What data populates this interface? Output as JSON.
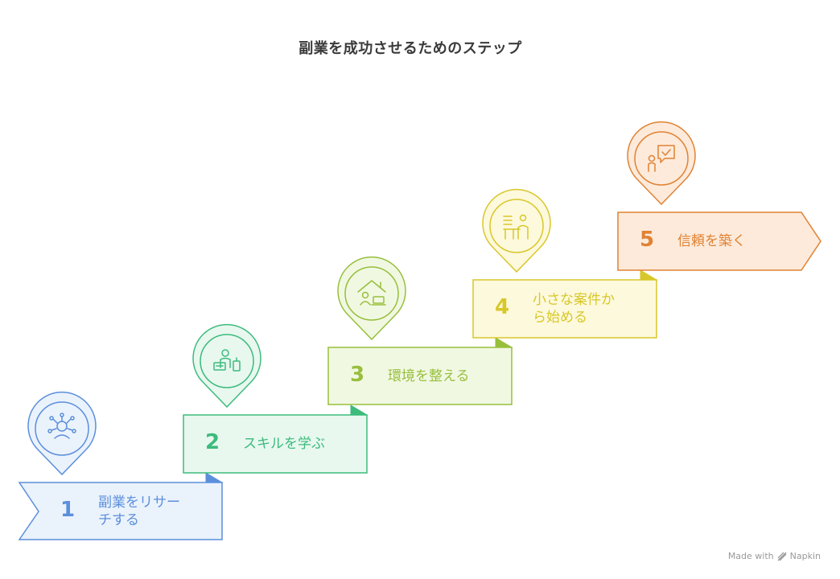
{
  "title": "副業を成功させるためのステップ",
  "steps": [
    {
      "number": "1",
      "label": "副業をリサー\nチする",
      "icon": "research-network-icon",
      "color": "#5b8fdc",
      "fill": "#eaf2fc"
    },
    {
      "number": "2",
      "label": "スキルを学ぶ",
      "icon": "learning-person-icon",
      "color": "#3dbb7d",
      "fill": "#e8f8ef"
    },
    {
      "number": "3",
      "label": "環境を整える",
      "icon": "home-laptop-icon",
      "color": "#97bf3c",
      "fill": "#f1f8e2"
    },
    {
      "number": "4",
      "label": "小さな案件か\nら始める",
      "icon": "desk-worker-icon",
      "color": "#d8c72a",
      "fill": "#fdf9dc"
    },
    {
      "number": "5",
      "label": "信頼を築く",
      "icon": "presenter-check-icon",
      "color": "#e08233",
      "fill": "#fdeadb"
    }
  ],
  "watermark": {
    "prefix": "Made with",
    "brand": "Napkin"
  }
}
